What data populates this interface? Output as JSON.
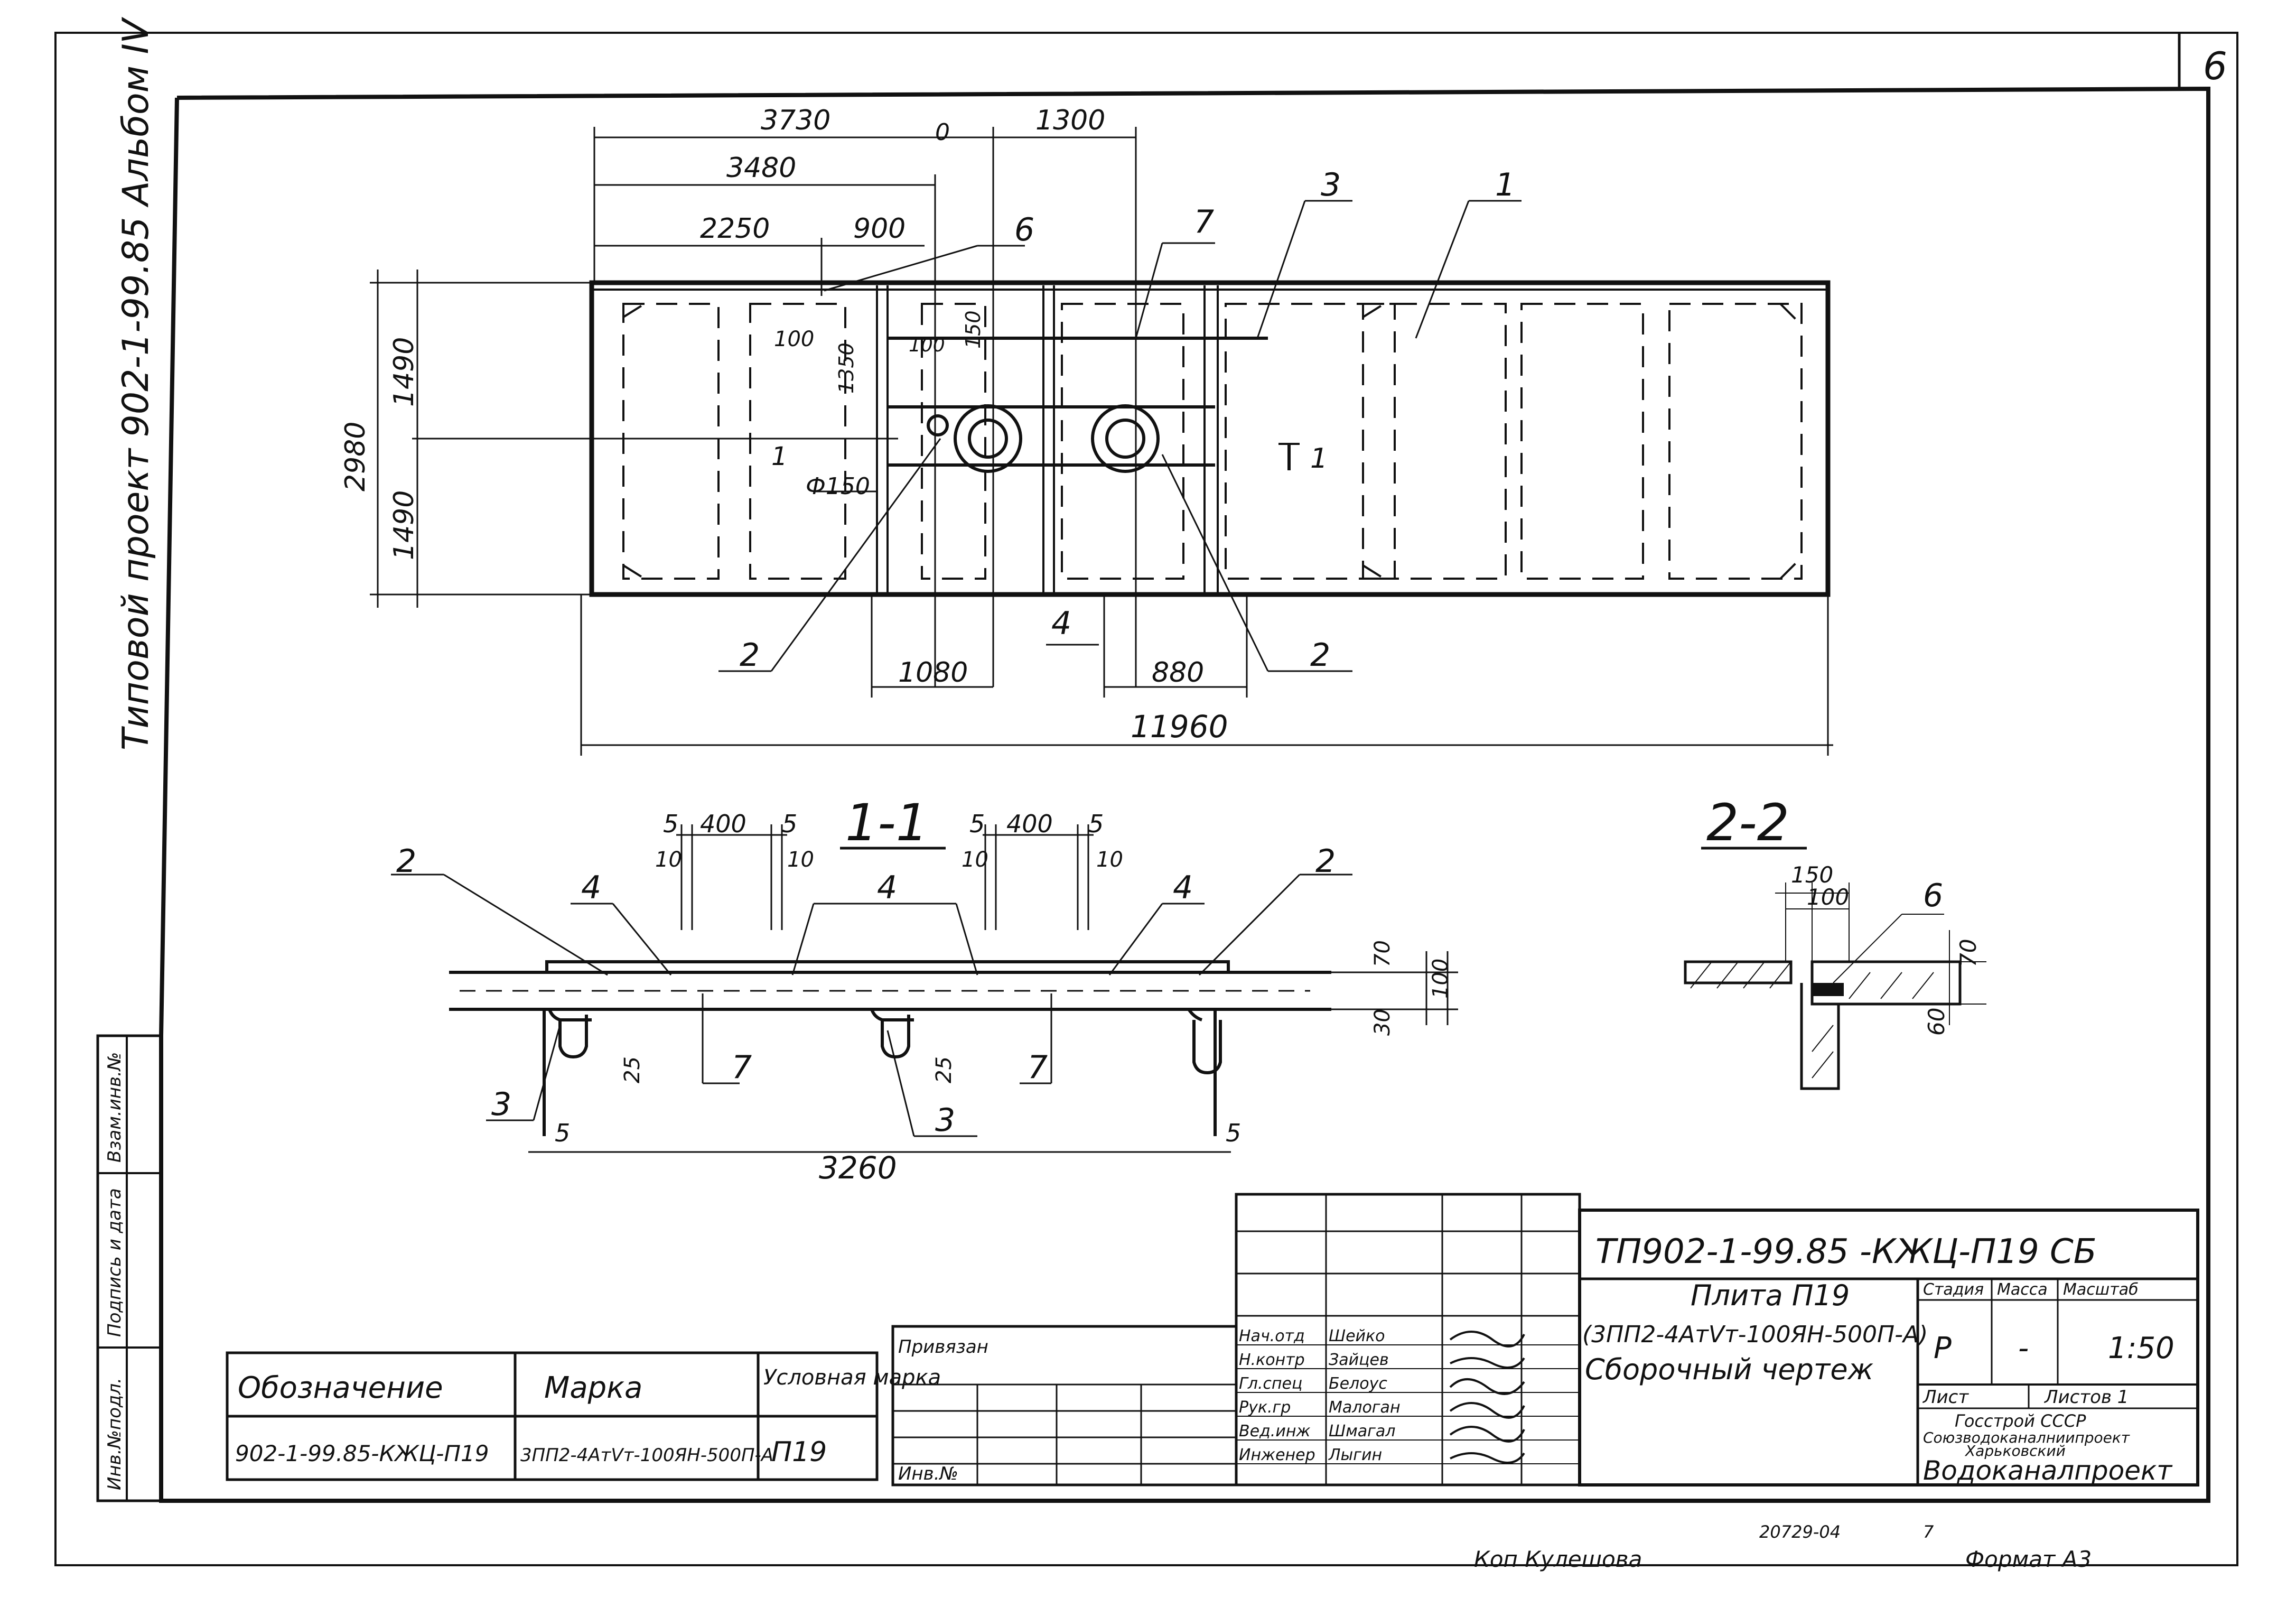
{
  "sheet": {
    "number": "6"
  },
  "side_text": {
    "album": "Типовой проект 902-1-99.85 Альбом IV",
    "stamp_rows": [
      "Инв.№подл.",
      "Подпись и дата",
      "Взам.инв.№"
    ]
  },
  "plan_view": {
    "dims": {
      "d3730": "3730",
      "d3480": "3480",
      "d2250": "2250",
      "d900": "900",
      "d0": "0",
      "d1300": "1300",
      "d1490a": "1490",
      "d1490b": "1490",
      "d2980": "2980",
      "d100a": "100",
      "d100b": "100",
      "d1350": "1350",
      "d150": "150",
      "dphi": "Ф150",
      "d1080": "1080",
      "d880": "880",
      "d11960": "11960"
    },
    "callouts": {
      "c1": "1",
      "c2a": "2",
      "c2b": "2",
      "c3": "3",
      "c4": "4",
      "c6": "6",
      "c7": "7"
    },
    "section_marks": {
      "left": "1",
      "right": "1"
    }
  },
  "section_1_1": {
    "title": "1-1",
    "dims": {
      "d5a": "5",
      "d400a": "400",
      "d5b": "5",
      "d5c": "5",
      "d400b": "400",
      "d5d": "5",
      "d10a": "10",
      "d10b": "10",
      "d10c": "10",
      "d10d": "10",
      "d70": "70",
      "d100": "100",
      "d30": "30",
      "d25a": "25",
      "d25b": "25",
      "d5e": "5",
      "d5f": "5",
      "d3260": "3260"
    },
    "callouts": {
      "c2a": "2",
      "c2b": "2",
      "c4a": "4",
      "c4b": "4",
      "c4c": "4",
      "c3a": "3",
      "c3b": "3",
      "c7a": "7",
      "c7b": "7"
    }
  },
  "section_2_2": {
    "title": "2-2",
    "dims": {
      "d150": "150",
      "d100": "100",
      "d70": "70",
      "d60": "60"
    },
    "callouts": {
      "c6": "6"
    }
  },
  "spec_table": {
    "headers": {
      "designation": "Обозначение",
      "mark": "Марка",
      "conditional": "Условная марка"
    },
    "row": {
      "designation": "902-1-99.85-КЖЦ-П19",
      "mark": "3ПП2-4АтVт-100ЯН-500П-А",
      "conditional": "П19"
    }
  },
  "mid_block": {
    "applied": "Привязан",
    "inv": "Инв.№"
  },
  "title_block": {
    "code": "ТП902-1-99.85 -КЖЦ-П19 СБ",
    "name_line1": "Плита П19",
    "name_line2": "(3ПП2-4АтVт-100ЯН-500П-А)",
    "name_line3": "Сборочный чертеж",
    "stage_hdr": "Стадия",
    "mass_hdr": "Масса",
    "scale_hdr": "Масштаб",
    "stage": "Р",
    "mass": "-",
    "scale": "1:50",
    "sheet_lbl": "Лист",
    "sheets_lbl": "Листов 1",
    "org_line1": "Госстрой СССР",
    "org_line2": "Союзводоканалниипроект",
    "org_line3": "Харьковский",
    "org_name": "Водоканалпроект",
    "roles": [
      {
        "role": "Нач.отд",
        "name": "Шейко"
      },
      {
        "role": "Н.контр",
        "name": "Зайцев"
      },
      {
        "role": "Гл.спец",
        "name": "Белоус"
      },
      {
        "role": "Рук.гр",
        "name": "Малоган"
      },
      {
        "role": "Вед.инж",
        "name": "Шмагал"
      },
      {
        "role": "Инженер",
        "name": "Лыгин"
      }
    ]
  },
  "footer": {
    "number": "20729-04",
    "sheet": "7",
    "copy": "Коп Кулешова",
    "format": "Формат А3"
  }
}
